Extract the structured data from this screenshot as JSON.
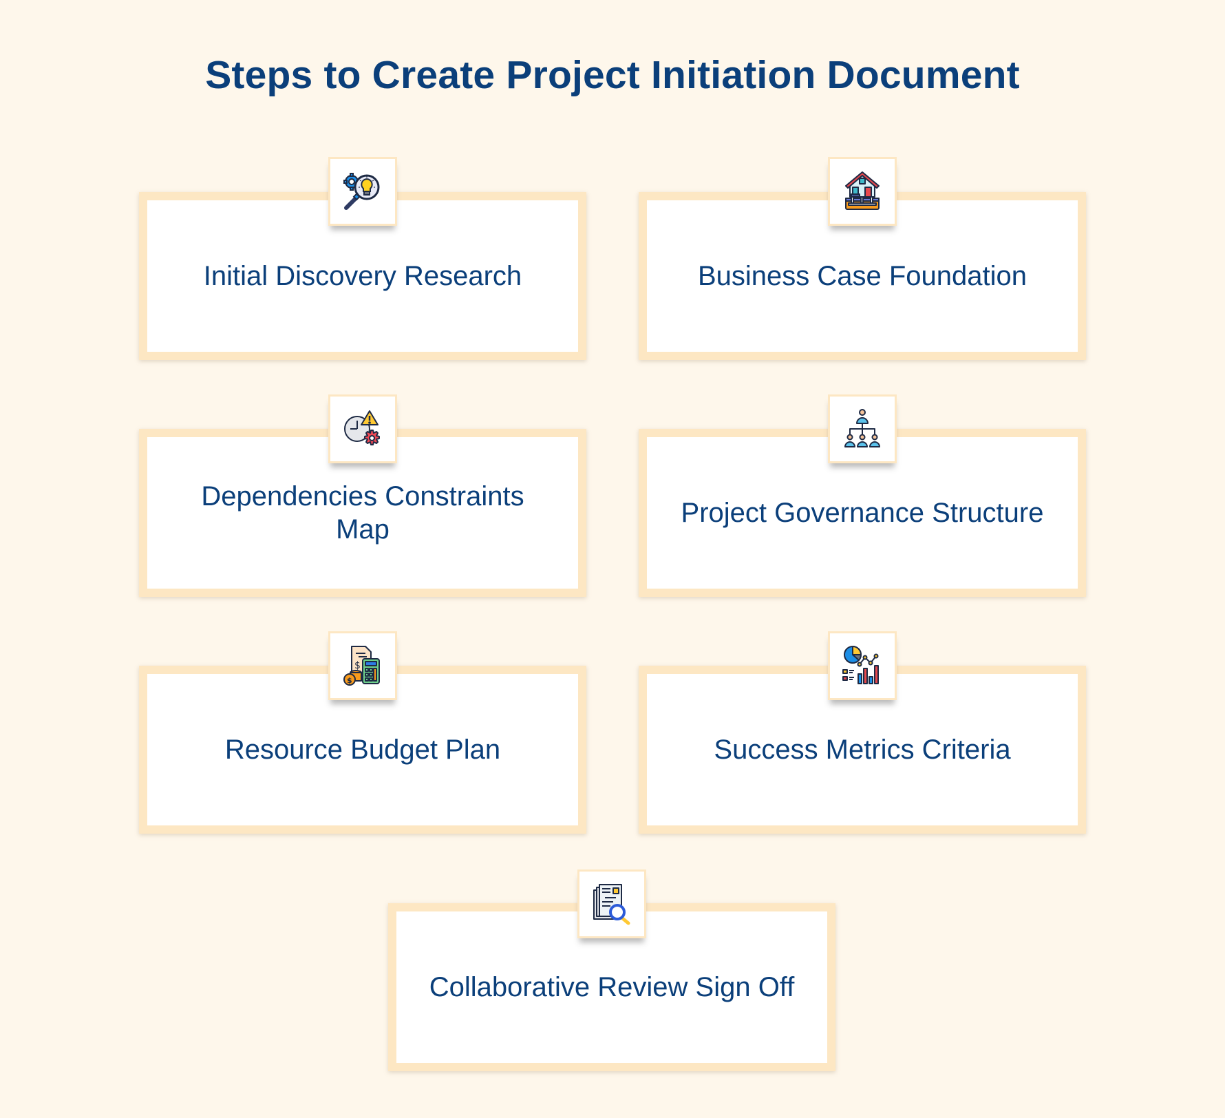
{
  "title": "Steps to Create Project Initiation Document",
  "colors": {
    "background": "#FEF7EB",
    "card_border": "#FDE7C3",
    "card_fill": "#FFFFFF",
    "text": "#0B3F7A"
  },
  "steps": [
    {
      "label": "Initial Discovery Research",
      "icon": "magnifier-lightbulb-gear-icon"
    },
    {
      "label": "Business Case Foundation",
      "icon": "house-foundation-icon"
    },
    {
      "label": "Dependencies Constraints Map",
      "icon": "clock-warning-gear-icon"
    },
    {
      "label": "Project Governance Structure",
      "icon": "org-chart-icon"
    },
    {
      "label": "Resource Budget Plan",
      "icon": "invoice-calculator-coins-icon"
    },
    {
      "label": "Success Metrics Criteria",
      "icon": "pie-line-bar-chart-icon"
    },
    {
      "label": "Collaborative Review Sign Off",
      "icon": "documents-magnifier-icon"
    }
  ]
}
